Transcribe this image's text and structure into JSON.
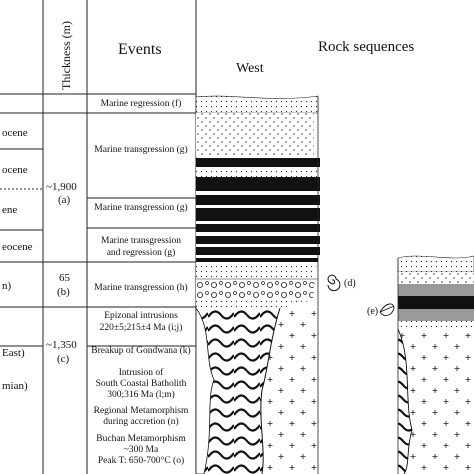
{
  "header": {
    "thickness": "Thickness (m)",
    "events": "Events",
    "rock_sequences": "Rock sequences",
    "west": "West"
  },
  "periods": {
    "p1": "ocene",
    "p2": "ocene",
    "p3": "ene",
    "p4": "eocene",
    "p5": "n)",
    "p6": "East)",
    "p7": "mian)"
  },
  "thickness_values": {
    "t1": "~1,900",
    "t1_ref": "(a)",
    "t2": "65",
    "t2_ref": "(b)",
    "t3": "~1,350",
    "t3_ref": "(c)"
  },
  "events": {
    "e1": "Marine regression (f)",
    "e2": "Marine transgression (g)",
    "e3": "Marine transgression (g)",
    "e4_line1": "Marine transgression",
    "e4_line2": "and regression (g)",
    "e5": "Marine transgression (h)",
    "e6_line1": "Epizonal intrusions",
    "e6_line2": "220±5;215±4 Ma (i;j)",
    "e7": "Breakup of Gondwana (k)",
    "e8_line1": "Intrusion of",
    "e8_line2": "South Coastal Batholith",
    "e8_line3": "300;316 Ma (l;m)",
    "e9_line1": "Regional Metamorphism",
    "e9_line2": "during accretion (n)",
    "e10_line1": "Buchan Metamorphism",
    "e10_line2": "~300 Ma",
    "e10_line3": "Peak T: 650-700°C (o)"
  },
  "annotations": {
    "d": "(d)",
    "e": "(e)"
  }
}
